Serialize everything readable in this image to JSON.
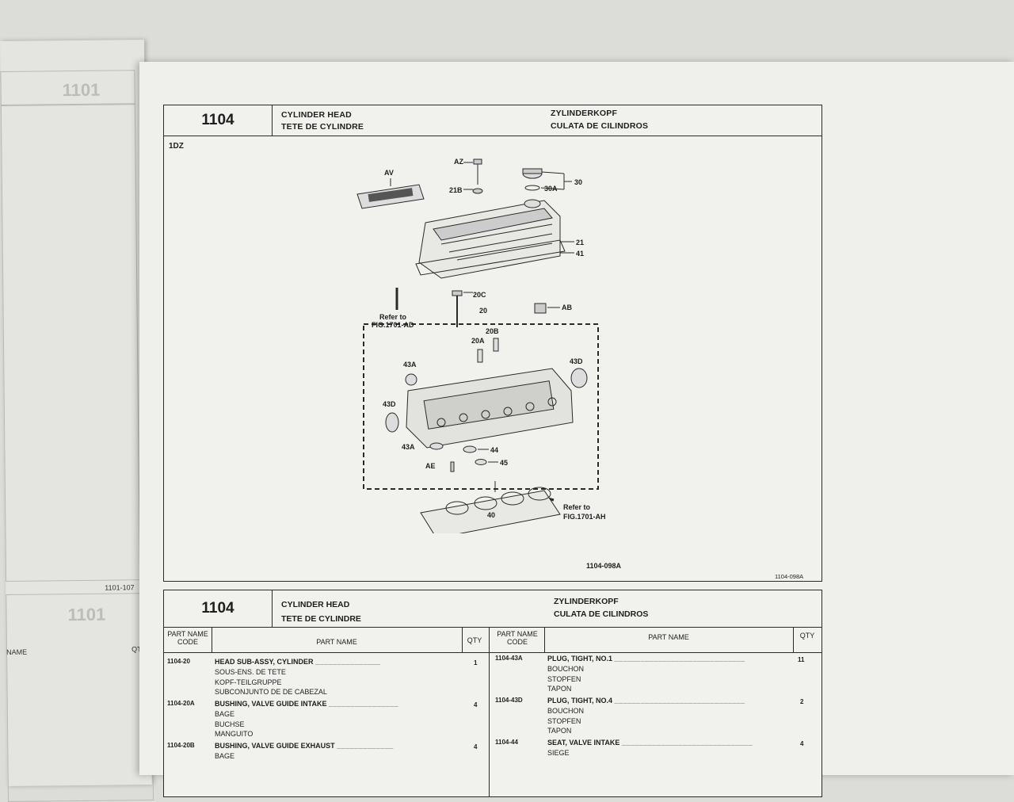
{
  "left_page": {
    "ghost_number": "1101",
    "footer_code": "1101-107",
    "ghost_number_2": "1101",
    "col_name_partial": "NAME",
    "col_qty": "QTY"
  },
  "figure": {
    "number": "1104",
    "title_en": "CYLINDER HEAD",
    "title_fr": "TETE DE CYLINDRE",
    "title_de": "ZYLINDERKOPF",
    "title_es": "CULATA DE CILINDROS",
    "model": "1DZ",
    "figure_code": "1104-098A",
    "figure_code_small": "1104-098A",
    "callouts": {
      "az": "AZ",
      "av": "AV",
      "b21": "21B",
      "c30": "30",
      "c30a": "30A",
      "c21": "21",
      "c41": "41",
      "refer1": "Refer to",
      "refer1b": "FIG.1701-AD",
      "c20c": "20C",
      "c20": "20",
      "ab": "AB",
      "c20a": "20A",
      "c20b": "20B",
      "c43a": "43A",
      "c43d": "43D",
      "c43d2": "43D",
      "c43a2": "43A",
      "c44": "44",
      "ae": "AE",
      "c45": "45",
      "refer2": "Refer to",
      "refer2b": "FIG.1701-AH",
      "c40": "40"
    }
  },
  "list": {
    "number": "1104",
    "title_en": "CYLINDER HEAD",
    "title_fr": "TETE DE CYLINDRE",
    "title_de": "ZYLINDERKOPF",
    "title_es": "CULATA DE CILINDROS",
    "columns": {
      "code": "PART NAME CODE",
      "name": "PART NAME",
      "qty": "QTY"
    },
    "left_rows": [
      {
        "code": "1104-20",
        "name": "HEAD SUB-ASSY, CYLINDER",
        "qty": "1",
        "translations": [
          "SOUS-ENS. DE TETE",
          "KOPF-TEILGRUPPE",
          "SUBCONJUNTO DE DE CABEZAL"
        ]
      },
      {
        "code": "1104-20A",
        "name": "BUSHING, VALVE GUIDE INTAKE",
        "qty": "4",
        "translations": [
          "BAGE",
          "BUCHSE",
          "MANGUITO"
        ]
      },
      {
        "code": "1104-20B",
        "name": "BUSHING, VALVE GUIDE EXHAUST",
        "qty": "4",
        "translations": [
          "BAGE"
        ]
      }
    ],
    "right_rows": [
      {
        "code": "1104-43A",
        "name": "PLUG, TIGHT, NO.1",
        "qty": "11",
        "translations": [
          "BOUCHON",
          "STOPFEN",
          "TAPON"
        ]
      },
      {
        "code": "1104-43D",
        "name": "PLUG, TIGHT, NO.4",
        "qty": "2",
        "translations": [
          "BOUCHON",
          "STOPFEN",
          "TAPON"
        ]
      },
      {
        "code": "1104-44",
        "name": "SEAT, VALVE INTAKE",
        "qty": "4",
        "translations": [
          "SIEGE"
        ]
      }
    ]
  }
}
